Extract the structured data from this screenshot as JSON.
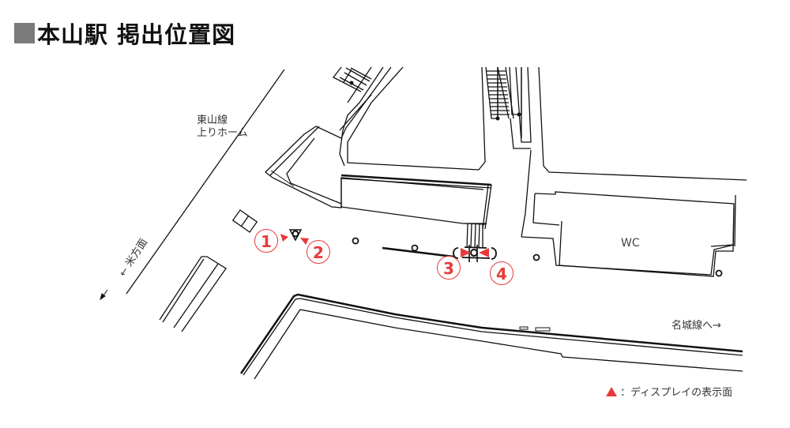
{
  "header": {
    "title": "本山駅 掲出位置図",
    "title_square_color": "#7a7a7a"
  },
  "labels": {
    "higashiyama_platform_line1": "東山線",
    "higashiyama_platform_line2": "上りホーム",
    "toward_yone": "← 米方面",
    "toward_meijo": "名城線へ→",
    "wc": "WC"
  },
  "markers": [
    {
      "id": "1",
      "label": "①",
      "number": "1"
    },
    {
      "id": "2",
      "label": "②",
      "number": "2"
    },
    {
      "id": "3",
      "label": "③",
      "number": "3"
    },
    {
      "id": "4",
      "label": "④",
      "number": "4"
    }
  ],
  "legend": {
    "icon": "red-triangle",
    "text": "：ディスプレイの表示面",
    "color": "#e83a3a"
  },
  "colors": {
    "accent": "#e83a3a",
    "line": "#111111"
  }
}
